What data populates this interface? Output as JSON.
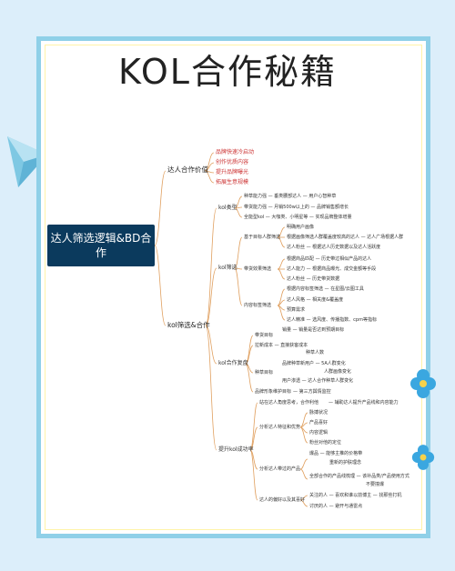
{
  "title": "KOL合作秘籍",
  "root": "达人筛选逻辑&BD合作",
  "colors": {
    "frame": "#8fd0e8",
    "root": "#0b3a5d",
    "link": "#e0a060",
    "accent": "#cc3333"
  },
  "branches": {
    "b1": {
      "label": "达人合作价值",
      "items": [
        "品牌快速冷启动",
        "创作优质内容",
        "提升品牌曝光",
        "拓展生意规模"
      ]
    },
    "b2": {
      "label": "kol筛选&合作",
      "kol_type": {
        "label": "kol类型",
        "items": [
          "种草能力强 — 垂类腰部达人 — 用户心智种草",
          "带货能力强 — 月销500w以上的 — 品牌销售额增长",
          "全能型kol — 大咖类、小明星等 — 实现品牌整体增量"
        ]
      },
      "kol_filter": {
        "label": "kol筛选",
        "groups": [
          {
            "label": "基于目标人群筛选",
            "items": [
              "明确用户画像",
              "根据画像筛选人群覆盖度较高的达人 — 达人广场根据人群",
              "达人粉丝 — 根据达人历史数据以及达人活跃度"
            ]
          },
          {
            "label": "带货效果筛选",
            "items": [
              "根据商品匹配 — 历史带过相似产品的达人",
              "达人能力 — 根据商品曝光、成交金额等手段",
              "达人粉丝 — 历史带货数据"
            ]
          },
          {
            "label": "内容标签筛选",
            "items": [
              "根据内容标签筛选 — 在星图/云图工具",
              "达人风格 — 相关度&覆盖度",
              "预算需求",
              "达人精准 — 选风度、传播指数、cpm等指标"
            ]
          }
        ]
      },
      "kol_coop": {
        "label": "kol合作复盘",
        "groups": [
          {
            "label": "带货目标",
            "items": [
              "销量 — 销量是否达到预期目标"
            ]
          },
          {
            "label": "",
            "items": [
              "拉新成本 — 直接获客成本",
              "种草人数"
            ]
          },
          {
            "label": "种草目标",
            "items": [
              "品牌种草新用户 — 5A人群变化",
              "人群画像变化",
              "用户渗透 — 达人合作种草人群变化"
            ]
          },
          {
            "label": "品牌形象维护目标",
            "items": [
              "— 第三方舆情监控"
            ]
          }
        ]
      },
      "kol_rate": {
        "label": "提升kol成功率",
        "groups": [
          {
            "label": "站在达人角度思考，合作利他",
            "items": [
              "— 辅助达人提升产品线和内容能力"
            ]
          },
          {
            "label": "分析达人特征和优势",
            "items": [
              "脉搏状况",
              "产品喜好",
              "内容逻辑",
              "粉丝对他的定位"
            ]
          },
          {
            "label": "分析达人带过的产品",
            "items": [
              "爆品 — 能够主推的价格带",
              "重新的护肤理念",
              "全部合作的产品线梳理 — 该补品类/产品使用方式",
              "不要撞爆"
            ]
          },
          {
            "label": "达人的偏好以及其喜好",
            "items": [
              "关注的人 — 喜欢和谁以前博主 — 找那些打机",
              "讨厌的人 — 避开与通雷点"
            ]
          }
        ]
      }
    }
  }
}
